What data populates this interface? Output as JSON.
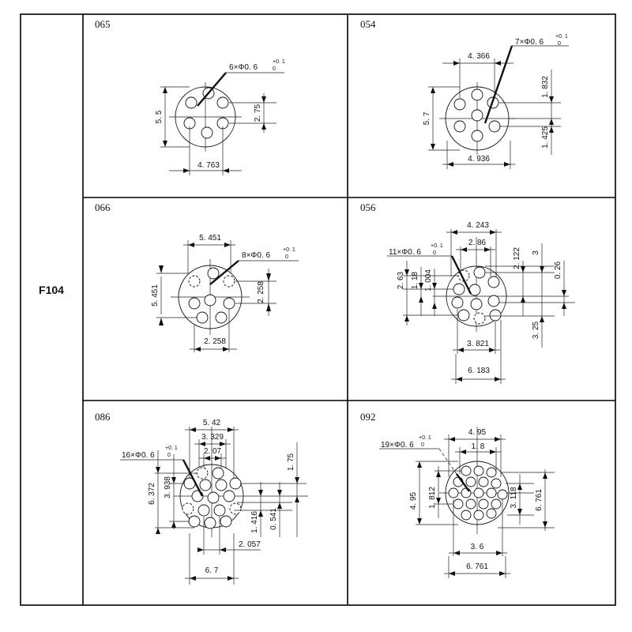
{
  "row_label": "F104",
  "cells": [
    {
      "code": "065",
      "callout": {
        "count": "6",
        "times": "×",
        "phi": "Φ",
        "size": "0. 6",
        "tol_upper": "+0. 1",
        "tol_lower": "0"
      },
      "dims": [
        "5. 5",
        "2. 75",
        "4. 763"
      ]
    },
    {
      "code": "054",
      "callout": {
        "count": "7",
        "times": "×",
        "phi": "Φ",
        "size": "0. 6",
        "tol_upper": "+0. 1",
        "tol_lower": "0"
      },
      "dims": [
        "4. 366",
        "5. 7",
        "1. 832",
        "1. 425",
        "4. 936"
      ]
    },
    {
      "code": "066",
      "callout": {
        "count": "8",
        "times": "×",
        "phi": "Φ",
        "size": "0. 6",
        "tol_upper": "+0. 1",
        "tol_lower": "0"
      },
      "dims": [
        "5. 451",
        "5. 451",
        "2. 258",
        "2. 258"
      ]
    },
    {
      "code": "056",
      "callout": {
        "count": "11",
        "times": "×",
        "phi": "Φ",
        "size": "0. 6",
        "tol_upper": "+0. 1",
        "tol_lower": "0"
      },
      "dims": [
        "4. 243",
        "2. 86",
        "2. 122",
        "3",
        "0. 26",
        "2. 63",
        "1. 18",
        "1. 004",
        "3. 25",
        "3. 821",
        "6. 183"
      ]
    },
    {
      "code": "086",
      "callout": {
        "count": "16",
        "times": "×",
        "phi": "Φ",
        "size": "0. 6",
        "tol_upper": "+0. 1",
        "tol_lower": "0"
      },
      "dims": [
        "5. 42",
        "3. 329",
        "2. 07",
        "1. 75",
        "6. 372",
        "3. 938",
        "1. 416",
        "0. 541",
        "2. 057",
        "6. 7"
      ]
    },
    {
      "code": "092",
      "callout": {
        "count": "19",
        "times": "×",
        "phi": "Φ",
        "size": "0. 6",
        "tol_upper": "+0. 1",
        "tol_lower": "0"
      },
      "dims": [
        "4. 95",
        "1. 8",
        "4. 95",
        "1. 812",
        "3. 118",
        "6. 761",
        "3. 6",
        "6. 761"
      ]
    }
  ]
}
